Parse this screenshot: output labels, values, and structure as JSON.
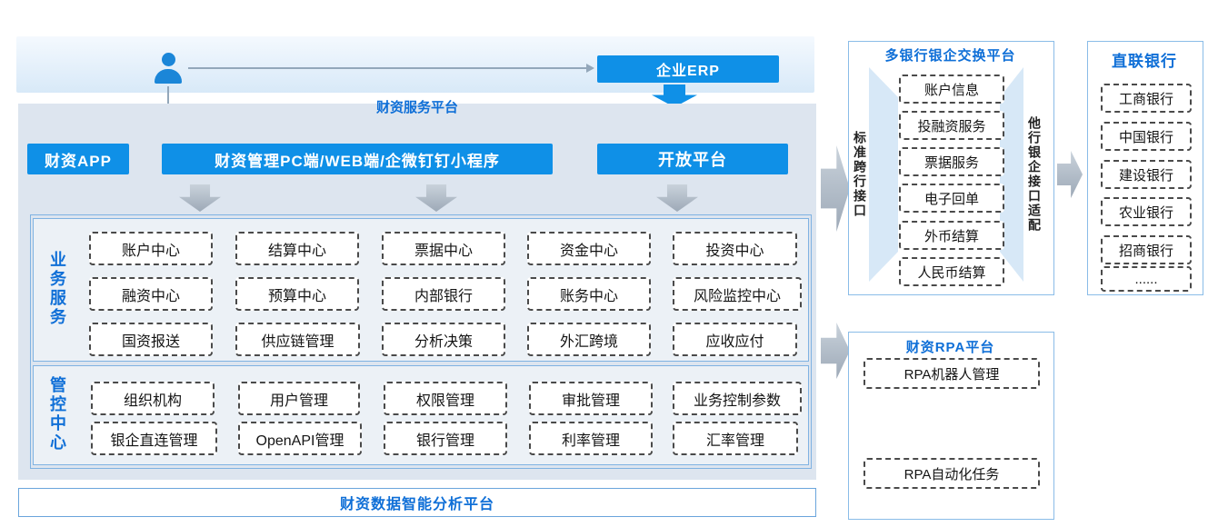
{
  "top": {
    "platform_label": "财资服务平台",
    "erp_label": "企业ERP"
  },
  "main": {
    "apps": [
      "财资APP",
      "财资管理PC端/WEB端/企微钉钉小程序",
      "开放平台"
    ],
    "business": {
      "label": "业务服务",
      "items": [
        [
          "账户中心",
          "结算中心",
          "票据中心",
          "资金中心",
          "投资中心"
        ],
        [
          "融资中心",
          "预算中心",
          "内部银行",
          "账务中心",
          "风险监控中心"
        ],
        [
          "国资报送",
          "供应链管理",
          "分析决策",
          "外汇跨境",
          "应收应付"
        ]
      ]
    },
    "control": {
      "label": "管控中心",
      "items": [
        [
          "组织机构",
          "用户管理",
          "权限管理",
          "审批管理",
          "业务控制参数"
        ],
        [
          "银企直连管理",
          "OpenAPI管理",
          "银行管理",
          "利率管理",
          "汇率管理"
        ]
      ]
    },
    "bottom_bar": "财资数据智能分析平台"
  },
  "exchange": {
    "title": "多银行银企交换平台",
    "left_label": "标准跨行接口",
    "right_label": "他行银企接口适配",
    "items": [
      "账户信息",
      "投融资服务",
      "票据服务",
      "电子回单",
      "外币结算",
      "人民币结算"
    ]
  },
  "banks": {
    "title": "直联银行",
    "items": [
      "工商银行",
      "中国银行",
      "建设银行",
      "农业银行",
      "招商银行",
      "......"
    ]
  },
  "rpa": {
    "title": "财资RPA平台",
    "items": [
      "RPA机器人管理",
      "RPA自动化任务"
    ]
  },
  "colors": {
    "accent_blue": "#0f90e7",
    "title_blue": "#0f6fd7",
    "panel_bg": "#dde5ef",
    "arrow_gray": "#a4afbc",
    "border_blue": "#7fb2e2"
  }
}
